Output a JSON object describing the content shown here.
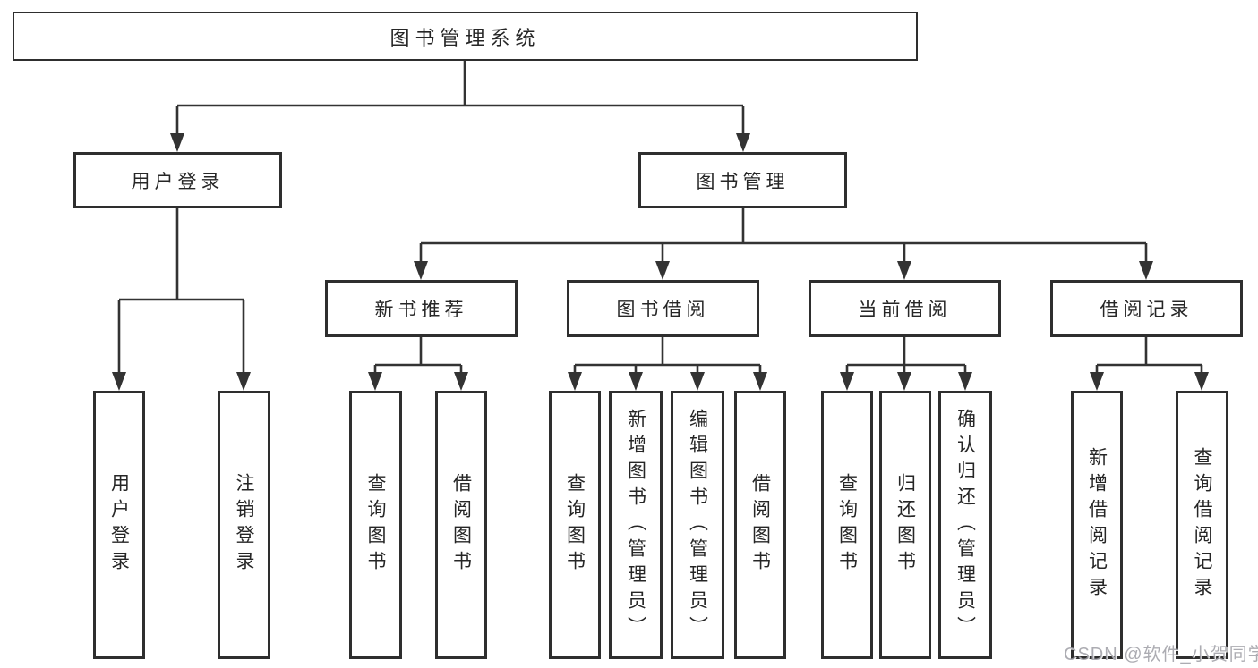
{
  "colors": {
    "line": "#333333",
    "box_border": "#2e2e2e",
    "box_fill": "#ffffff",
    "text": "#262626",
    "watermark_text": "#9e9ea4"
  },
  "watermark": {
    "text": "CSDN @软件_小贺同学"
  },
  "tree": {
    "label": "图书管理系统",
    "children": [
      {
        "label": "用户登录",
        "children": [
          {
            "label": "用户登录"
          },
          {
            "label": "注销登录"
          }
        ]
      },
      {
        "label": "图书管理",
        "children": [
          {
            "label": "新书推荐",
            "children": [
              {
                "label": "查询图书"
              },
              {
                "label": "借阅图书"
              }
            ]
          },
          {
            "label": "图书借阅",
            "children": [
              {
                "label": "查询图书"
              },
              {
                "label": "新增图书（管理员）"
              },
              {
                "label": "编辑图书（管理员）"
              },
              {
                "label": "借阅图书"
              }
            ]
          },
          {
            "label": "当前借阅",
            "children": [
              {
                "label": "查询图书"
              },
              {
                "label": "归还图书"
              },
              {
                "label": "确认归还（管理员）"
              }
            ]
          },
          {
            "label": "借阅记录",
            "children": [
              {
                "label": "新增借阅记录"
              },
              {
                "label": "查询借阅记录"
              }
            ]
          }
        ]
      }
    ]
  }
}
